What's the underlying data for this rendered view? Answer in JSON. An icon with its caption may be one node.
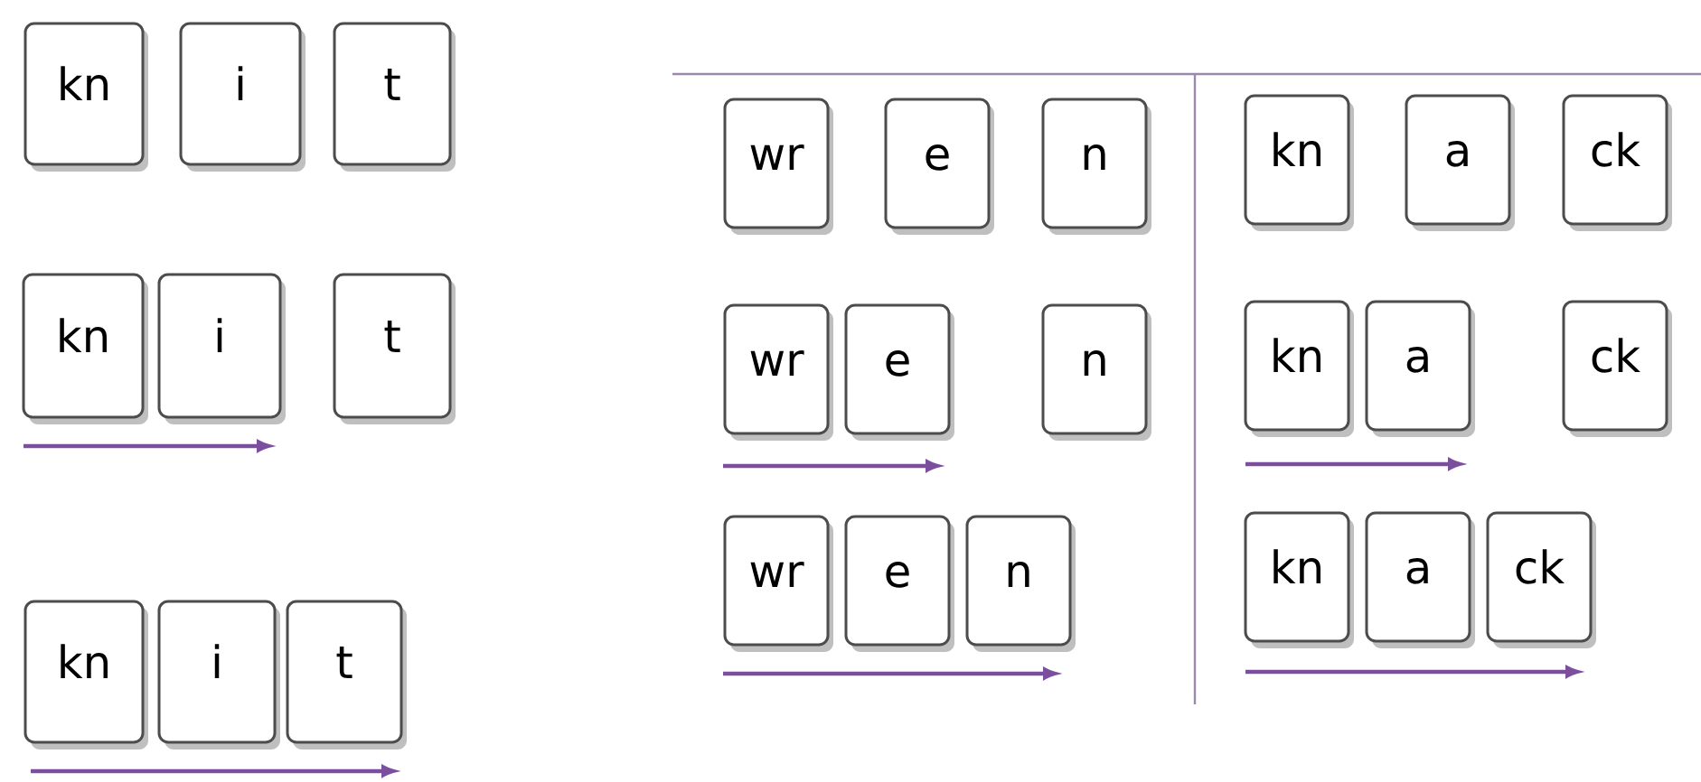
{
  "diagram": {
    "nodes": [
      {
        "text": [
          "kn"
        ]
      },
      {
        "text": [
          "i"
        ]
      },
      {
        "text": [
          "t"
        ]
      },
      {
        "text": [
          "kn"
        ]
      },
      {
        "text": [
          "i"
        ]
      },
      {
        "text": [
          "t"
        ]
      },
      {
        "text": [
          "kn"
        ]
      },
      {
        "text": [
          "i"
        ]
      },
      {
        "text": [
          "t"
        ]
      },
      {
        "text": [
          "wr"
        ]
      },
      {
        "text": [
          "e"
        ]
      },
      {
        "text": [
          "n"
        ]
      },
      {
        "text": [
          "wr"
        ]
      },
      {
        "text": [
          "e"
        ]
      },
      {
        "text": [
          "n"
        ]
      },
      {
        "text": [
          "wr"
        ]
      },
      {
        "text": [
          "e"
        ]
      },
      {
        "text": [
          "n"
        ]
      },
      {
        "text": [
          "kn"
        ]
      },
      {
        "text": [
          "a"
        ]
      },
      {
        "text": [
          "ck"
        ]
      },
      {
        "text": [
          "kn"
        ]
      },
      {
        "text": [
          "a"
        ]
      },
      {
        "text": [
          "ck"
        ]
      },
      {
        "text": [
          "kn"
        ]
      },
      {
        "text": [
          "a"
        ]
      },
      {
        "text": [
          "ck"
        ]
      }
    ]
  }
}
